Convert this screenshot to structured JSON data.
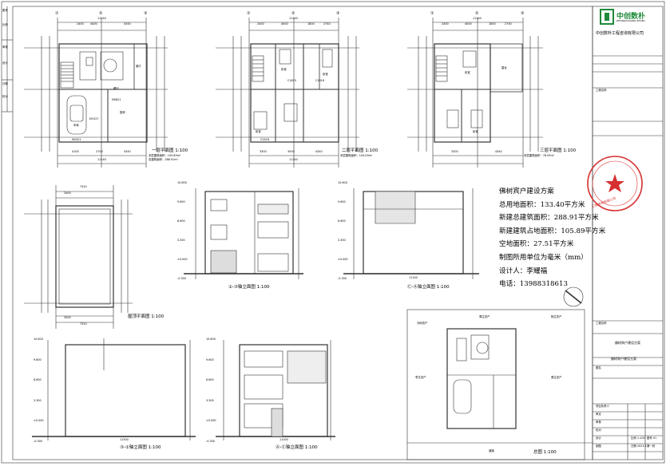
{
  "left_strip": [
    "图号",
    "比例",
    "审核",
    "设计",
    "日期",
    "校对"
  ],
  "plans": {
    "first_floor": {
      "title": "一层平面图",
      "scale": "1:100",
      "area_lines": [
        "本层建筑面积：105.89m²",
        "总建筑面积：288.91m²"
      ],
      "dims_top": [
        "2400",
        "4400",
        "4340"
      ],
      "total": "11140",
      "dims_bottom": [
        "4100",
        "2700",
        "4340"
      ],
      "labels": [
        "客厅",
        "餐厅",
        "厨房",
        "车库",
        "M1527",
        "M2421",
        "M0821"
      ]
    },
    "second_floor": {
      "title": "二层平面图",
      "scale": "1:100",
      "area_lines": [
        "本层建筑面积：104.09m²"
      ],
      "dims_top": [
        "2400",
        "4000",
        "1800",
        "2740"
      ],
      "total": "11140",
      "dims_bottom": [
        "3300",
        "3500",
        "4340"
      ],
      "labels": [
        "卧室",
        "卧室",
        "卧室",
        "C1815",
        "C1818",
        "C2418"
      ]
    },
    "third_floor": {
      "title": "三层平面图",
      "scale": "1:100",
      "area_lines": [
        "本层建筑面积：78.93m²"
      ],
      "dims_top": [
        "2400",
        "4000",
        "1800",
        "2740"
      ],
      "total": "11140",
      "dims_bottom": [
        "3300",
        "4340"
      ],
      "labels": [
        "露台",
        "卧室",
        "卧室"
      ]
    },
    "roof": {
      "title": "屋顶平面图",
      "scale": "1:100",
      "dims_top": [
        "2400",
        "7320"
      ],
      "dims_bottom": [
        "3300",
        "7320"
      ]
    }
  },
  "elevations": {
    "front": {
      "title": "①-③轴立面图",
      "scale": "1:100",
      "levels": [
        "10.600",
        "9.600",
        "6.600",
        "3.300",
        "±0.000",
        "-0.300"
      ]
    },
    "side": {
      "title": "Ⓒ-Ⓐ轴立面图",
      "scale": "1:100",
      "levels": [
        "10.600",
        "9.600",
        "6.600",
        "3.300",
        "±0.000",
        "-0.300"
      ],
      "total": "11140"
    },
    "back": {
      "title": "③-①轴立面图",
      "scale": "1:100",
      "levels": [
        "10.600",
        "9.600",
        "6.600",
        "3.300",
        "±0.000",
        "-0.300"
      ],
      "total": "11500"
    },
    "right": {
      "title": "Ⓐ-Ⓒ轴立面图",
      "scale": "1:100",
      "levels": [
        "10.600",
        "9.600",
        "6.600",
        "3.300",
        "±0.000",
        "-0.300"
      ],
      "total": "11000"
    }
  },
  "site_plan": {
    "title": "总图",
    "scale": "1:100",
    "labels": [
      "刘树农户",
      "周生农户",
      "杨生农户",
      "李文农户",
      "周生农户",
      "道路"
    ]
  },
  "notes": [
    "佛树宾户建设方案",
    "总用地面积：133.40平方米",
    "新建总建筑面积：288.91平方米",
    "新建建筑占地面积：105.89平方米",
    "空地面积：27.51平方米",
    "制图所用单位为毫米（mm）",
    "设计人：李耀福",
    "电话：13988318613"
  ],
  "title_block": {
    "company": "中创数朴",
    "company_en": "ZHONGCHUANG SHUPU",
    "company_full": "中创数朴工程咨询有限公司",
    "stamp_text": "工程咨询有限公司",
    "project_label": "工程名称",
    "project_value": "佛树宾户建设方案",
    "sheet_label": "图名",
    "sheet_value": "佛树宾户建设方案",
    "rows": [
      "项目负责人",
      "审定",
      "审核",
      "校对",
      "设计",
      "制图"
    ],
    "footer": [
      "比例 1:100",
      "图号 01",
      "日期 2023.1",
      "第一张"
    ]
  },
  "colors": {
    "logo_green": "#1e8a3a",
    "stamp_red": "#d63030"
  }
}
